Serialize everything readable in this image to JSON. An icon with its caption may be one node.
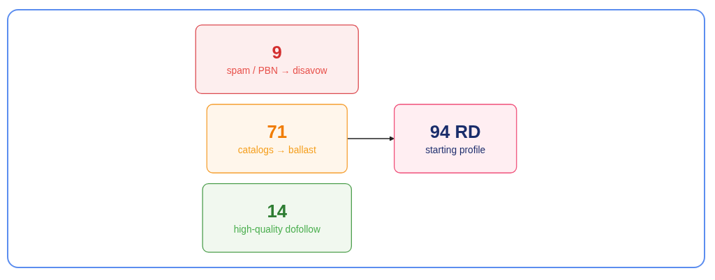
{
  "diagram": {
    "nodes": [
      {
        "text": [
          "9",
          "spam / PBN → disavow"
        ]
      },
      {
        "text": [
          "71",
          "catalogs → ballast"
        ]
      },
      {
        "text": [
          "14",
          "high-quality dofollow"
        ]
      },
      {
        "text": [
          "94 RD",
          "starting profile"
        ]
      }
    ],
    "edges": [
      {
        "from": 1,
        "to": 3,
        "arrow": "to"
      }
    ]
  }
}
